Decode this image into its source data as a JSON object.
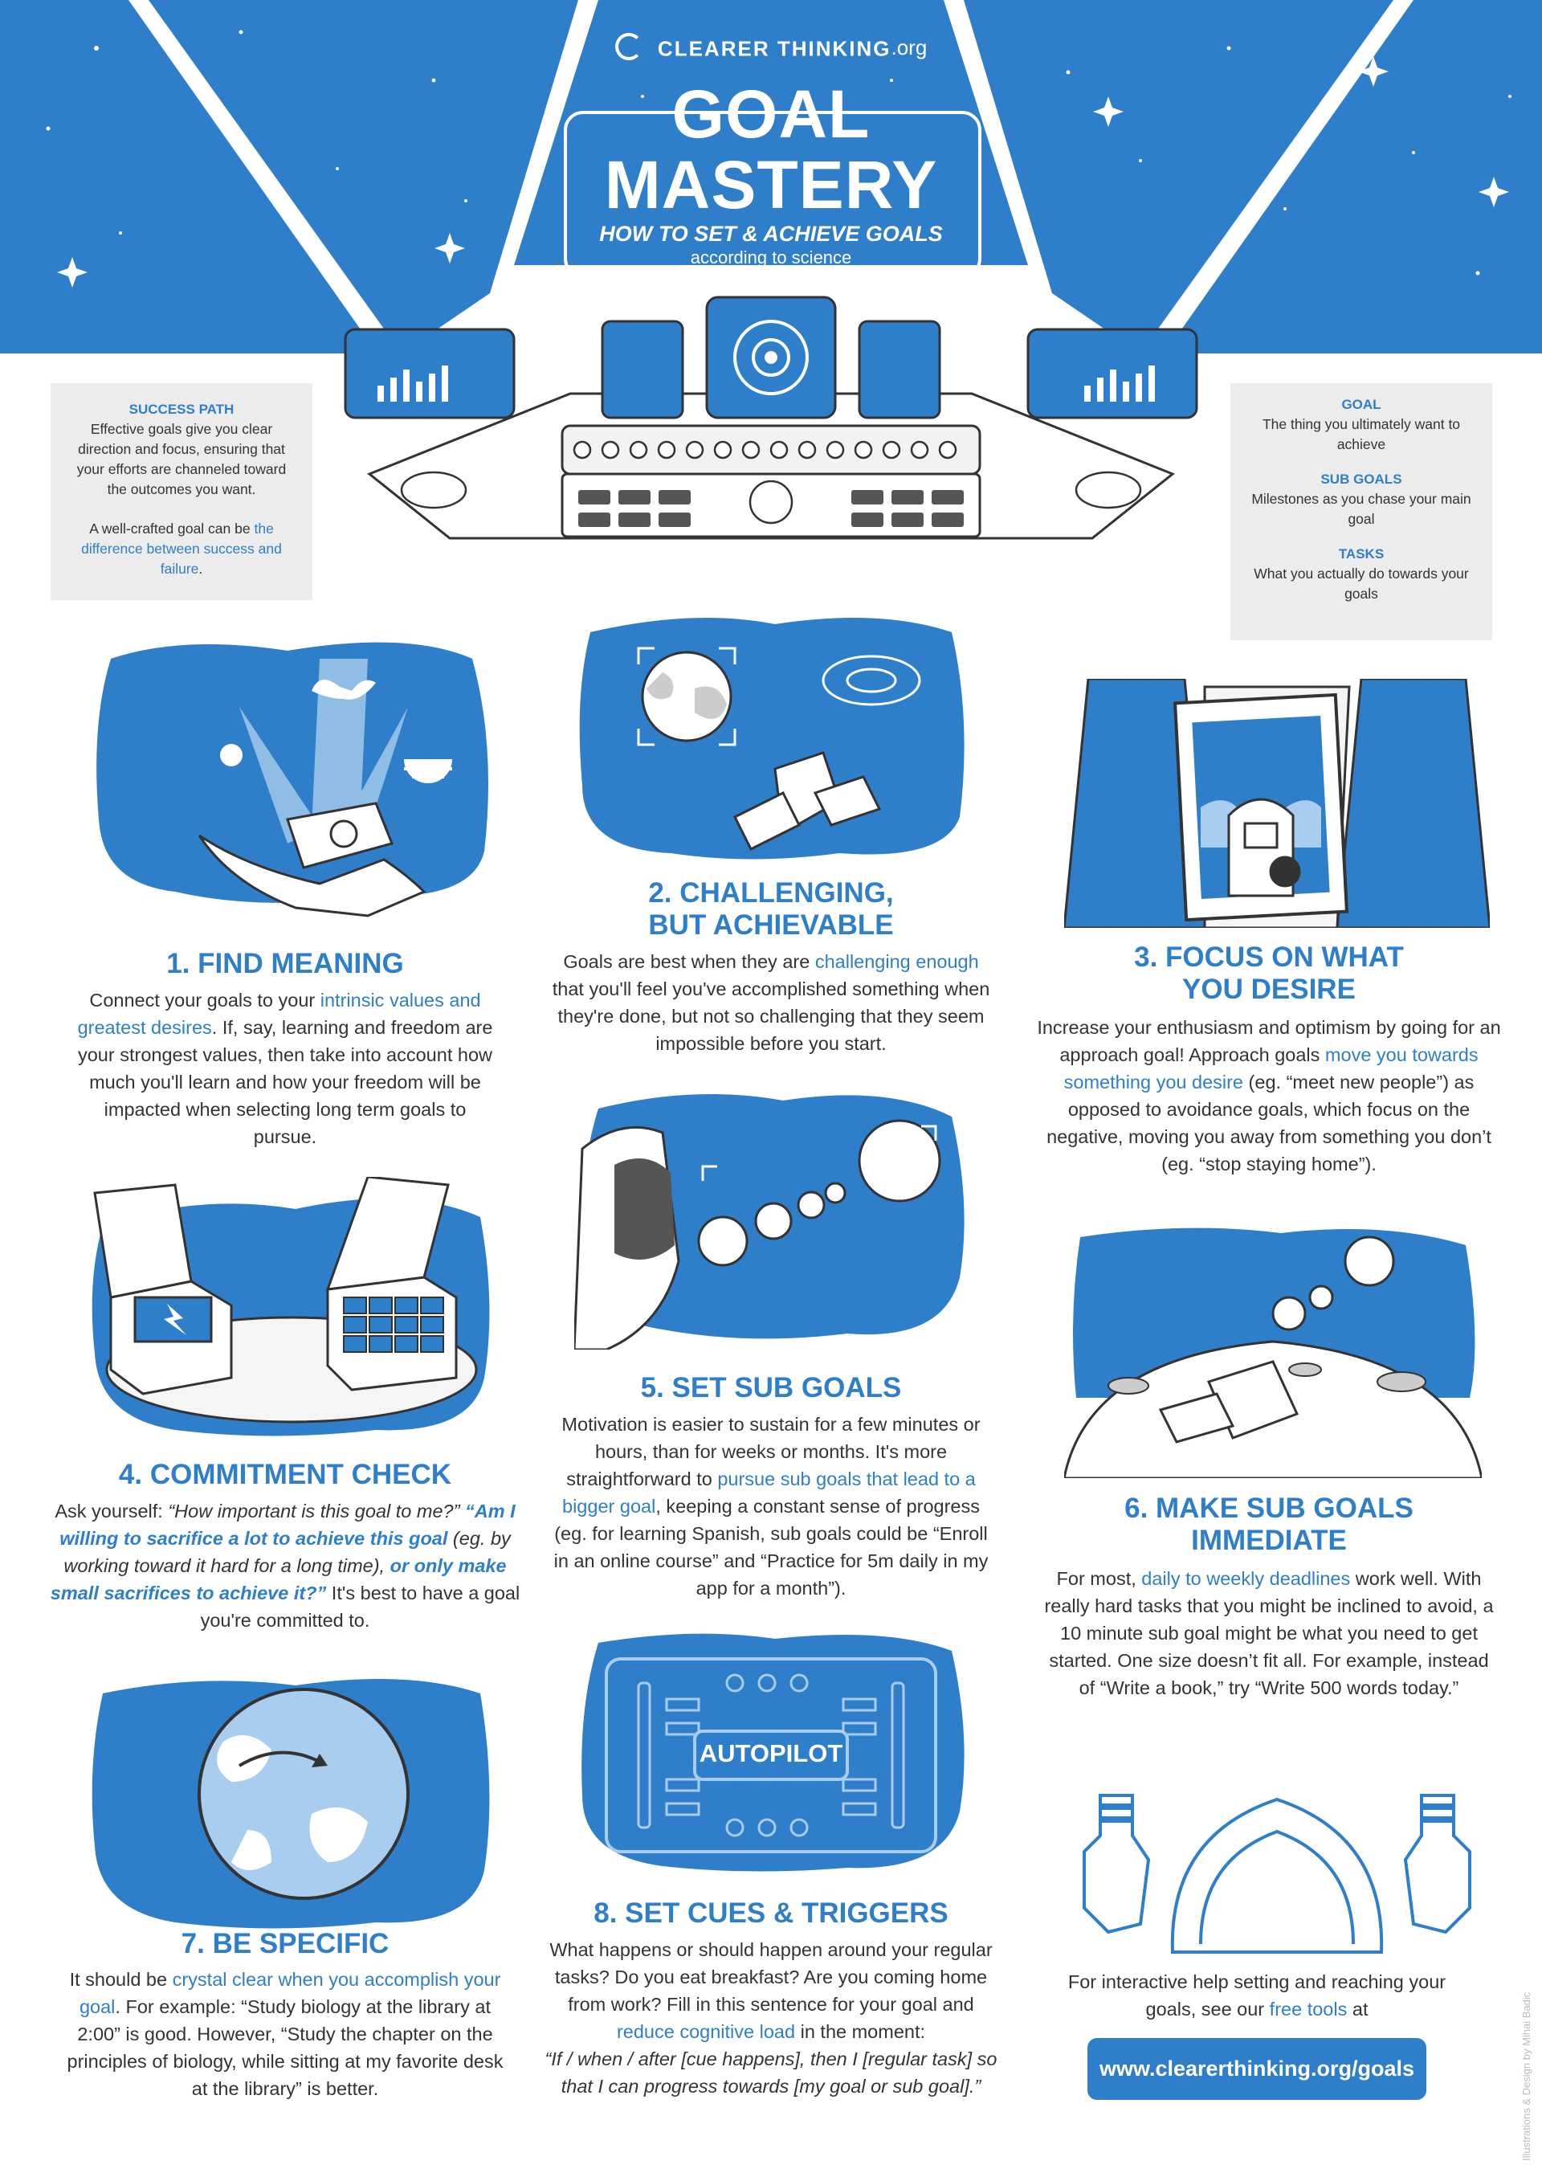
{
  "brand": {
    "name": "CLEARER THINKING",
    "suffix": ".org"
  },
  "title": {
    "line1": "GOAL",
    "line2": "MASTERY",
    "subtitle": "HOW TO SET & ACHIEVE GOALS",
    "subtitle2": "according to science"
  },
  "success_box": {
    "heading": "SUCCESS PATH",
    "text1": "Effective goals give you clear direction and focus, ensuring that your efforts are channeled toward the outcomes you want.",
    "text2_pre": "A well-crafted goal can be ",
    "text2_link": "the difference between success and failure",
    "text2_post": "."
  },
  "definitions": [
    {
      "term": "GOAL",
      "desc": "The thing you ultimately want to achieve"
    },
    {
      "term": "SUB GOALS",
      "desc": "Milestones as you chase your main goal"
    },
    {
      "term": "TASKS",
      "desc": "What you actually do towards your goals"
    }
  ],
  "sections": {
    "s1": {
      "title": "1. FIND MEANING",
      "p1": "Connect your goals to your ",
      "h1": "intrinsic values and greatest desires",
      "p2": ". If, say, learning and freedom are your strongest values, then take into account how much you'll learn and how your freedom will be impacted when selecting long term goals to pursue."
    },
    "s2": {
      "title1": "2. CHALLENGING,",
      "title2": "BUT ACHIEVABLE",
      "p1": "Goals are best when they are ",
      "h1": "challenging enough",
      "p2": " that you'll feel you've accomplished something when they're done, but not so challenging that they seem impossible before you start."
    },
    "s3": {
      "title1": "3. FOCUS ON WHAT",
      "title2": "YOU DESIRE",
      "p1": "Increase your enthusiasm and optimism by going for an approach goal! Approach goals ",
      "h1": "move you towards something you desire",
      "p2": " (eg. “meet new people”) as opposed to avoidance goals, which focus on the negative, moving you away from something you don’t (eg. “stop staying home”)."
    },
    "s4": {
      "title": "4. COMMITMENT CHECK",
      "p1": "Ask yourself: ",
      "i1": "“How important is this goal to me?”",
      "b1": "“Am I willing to sacrifice a lot to achieve this goal",
      "i2": " (eg. by working toward it hard for a long time), ",
      "b2": "or only make small sacrifices to achieve it?”",
      "p2": " It's best to have a goal you're committed to."
    },
    "s5": {
      "title": "5. SET SUB GOALS",
      "p1": "Motivation is easier to sustain for a few minutes or hours, than for weeks or months. It's more straightforward to ",
      "h1": "pursue sub goals that lead to a bigger goal",
      "p2": ", keeping a constant sense of progress (eg. for learning Spanish, sub goals could be “Enroll in an online course” and “Practice for 5m daily in my app for a month”)."
    },
    "s6": {
      "title1": "6. MAKE SUB GOALS",
      "title2": "IMMEDIATE",
      "p1": "For most, ",
      "h1": "daily to weekly deadlines",
      "p2": " work well. With really hard tasks that you might be inclined to avoid, a 10 minute sub goal might be what you need to get started. One size doesn’t fit all. For example, instead of “Write a book,” try “Write 500 words today.”"
    },
    "s7": {
      "title": "7. BE SPECIFIC",
      "p1": "It should be ",
      "h1": "crystal clear when you accomplish your goal",
      "p2": ". For example: “Study biology at the library at 2:00” is good. However, “Study the chapter on the principles of biology, while sitting at my favorite desk at the library” is better."
    },
    "s8": {
      "title": "8. SET CUES & TRIGGERS",
      "p1": "What happens or should happen around your regular tasks? Do you eat breakfast? Are you coming home from work? Fill in this sentence for your goal and ",
      "h1": "reduce cognitive load",
      "p2": " in the moment:",
      "i1": "“If / when / after [cue happens], then I [regular task] so that I can progress towards [my goal or sub goal].”"
    }
  },
  "autopilot_label": "AUTOPILOT",
  "cta": {
    "p1": "For interactive help setting and reaching your goals, see our ",
    "h1": "free tools",
    "p2": " at"
  },
  "url": "www.clearerthinking.org/goals",
  "credit": "Illustrations & Design by Mihai Badic",
  "colors": {
    "primary_blue": "#2e7ec9",
    "light_blue": "#a8cdee",
    "gray_box": "#ececec"
  }
}
